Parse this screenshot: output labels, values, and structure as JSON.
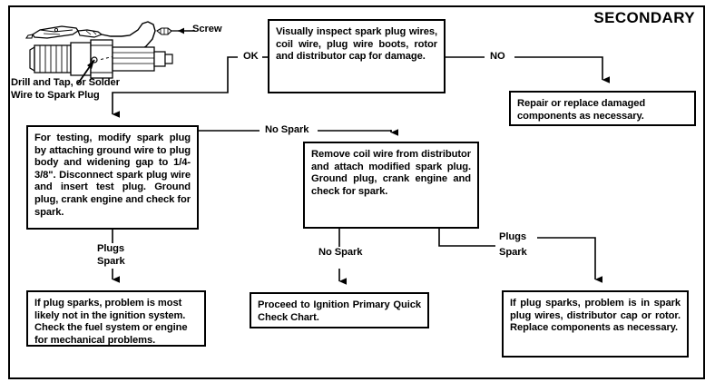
{
  "title": "SECONDARY",
  "illustration": {
    "name": "spark-plug-test-tool",
    "labels": [
      {
        "id": "screw",
        "text": "Screw"
      },
      {
        "id": "drill-tap",
        "line1": "Drill and Tap, or Solder",
        "line2": "Wire to Spark Plug"
      }
    ]
  },
  "nodes": [
    {
      "id": "inspect",
      "text": "Visually inspect spark plug wires, coil wire, plug wire boots, rotor and distributor cap for damage."
    },
    {
      "id": "repair",
      "text": "Repair or replace damaged components as necessary."
    },
    {
      "id": "modify",
      "text": "For testing, modify spark plug by attaching ground wire to plug body and widening gap to 1/4-3/8\". Disconnect spark plug wire and insert test plug. Ground plug, crank engine and check for spark."
    },
    {
      "id": "remove_coil",
      "text": "Remove coil wire from distributor and attach modified spark plug. Ground plug, crank engine and check for spark."
    },
    {
      "id": "plug_sparks_left",
      "text": "If plug sparks, problem is most likely not in the ignition system. Check the fuel system or engine for mechanical problems."
    },
    {
      "id": "proceed",
      "text": "Proceed to Ignition Primary Quick Check Chart."
    },
    {
      "id": "plug_sparks_right",
      "text": "If plug sparks, problem is in spark plug wires, distributor cap or rotor. Replace components as necessary."
    }
  ],
  "edge_labels": [
    {
      "id": "ok",
      "text": "OK"
    },
    {
      "id": "no",
      "text": "NO"
    },
    {
      "id": "no_spark_top",
      "text": "No Spark"
    },
    {
      "id": "plugs_spark_left_1",
      "text": "Plugs"
    },
    {
      "id": "plugs_spark_left_2",
      "text": "Spark"
    },
    {
      "id": "no_spark_bottom",
      "text": "No Spark"
    },
    {
      "id": "plugs_spark_right_1",
      "text": "Plugs"
    },
    {
      "id": "plugs_spark_right_2",
      "text": "Spark"
    }
  ],
  "colors": {
    "ink": "#000000",
    "paper": "#ffffff"
  }
}
